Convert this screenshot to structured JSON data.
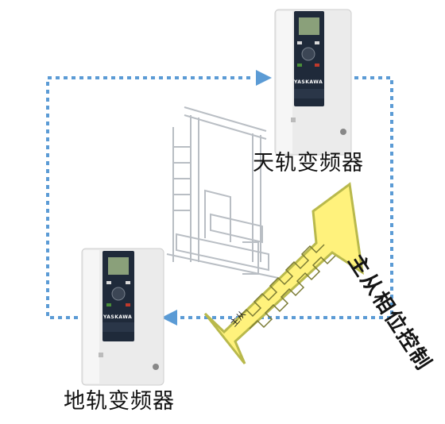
{
  "diagram": {
    "top_inverter": {
      "label": "天轨变频器",
      "brand": "YASKAWA"
    },
    "bottom_inverter": {
      "label": "地轨变频器",
      "brand": "YASKAWA"
    },
    "sync_arrow": {
      "label": "主从相位控制",
      "small_label": "主从"
    },
    "colors": {
      "dotted_line": "#5b9bd5",
      "arrow_fill": "#fff17a",
      "arrow_outline": "#b8b84a",
      "inverter_body": "#eaeaea",
      "inverter_panel": "#1f2a3a"
    }
  }
}
